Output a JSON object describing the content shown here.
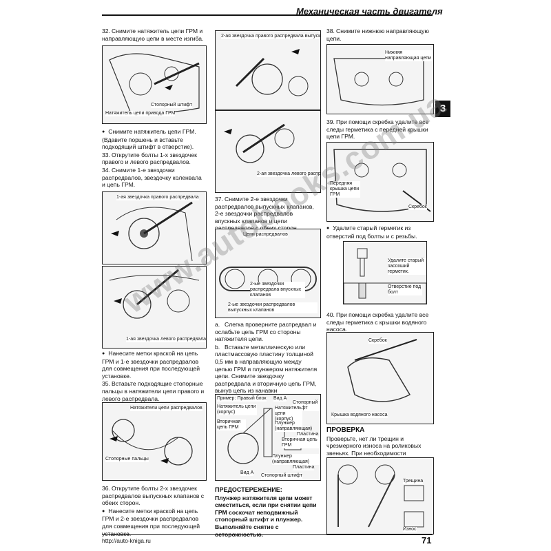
{
  "header": {
    "title": "Механическая часть двигателя"
  },
  "tab": {
    "label": "3"
  },
  "col1": {
    "s32_num": "32.",
    "s32": "Снимите натяжитель цепи ГРМ и направляющую цепи в месте изгиба.",
    "fig1_label_a": "Стопорный штифт",
    "fig1_label_b": "Натяжитель цепи привода ГРМ",
    "b1": "Снимите натяжитель цепи ГРМ. (Вдавите поршень и вставьте подходящий штифт в отверстие).",
    "s33_num": "33.",
    "s33": "Открутите болты 1-х звездочек правого и левого распредвалов.",
    "s34_num": "34.",
    "s34": "Снимите 1-е звездочки распредвалов, звездочку коленвала и цепь ГРМ.",
    "fig2_label": "1-ая звездочка правого распредвала",
    "fig3_label": "1-ая звездочка левого распредвала",
    "b2": "Нанесите метки краской на цепь ГРМ и 1-е звездочки распредвалов для совмещения при последующей установке.",
    "s35_num": "35.",
    "s35": "Вставьте подходящие стопорные пальцы в натяжители цепи правого и левого распредвала.",
    "fig4_label_a": "Натяжители цепи распредвалов",
    "fig4_label_b": "Стопорные пальцы",
    "s36_num": "36.",
    "s36": "Открутите болты 2-х звездочек распредвалов выпускных клапанов с обеих сторон.",
    "b3": "Нанесите метки краской на цепь ГРМ и 2-е звездочки распредвалов для совмещения при последующей установке."
  },
  "col2": {
    "fig5_label": "2-ая звездочка правого распредвала выпускных клапанов",
    "fig6_label": "2-ая звездочка левого распредвала выпускных клапанов",
    "s37_num": "37.",
    "s37": "Снимите 2-е звездочки распредвалов выпускных клапанов, 2-е звездочки распредвалов впускных клапанов и цепи распредвалов с обеих сторон.",
    "fig7_label_a": "Цепи распредвалов",
    "fig7_label_b": "2-ые звездочки распредвала впускных клапанов",
    "fig7_label_c": "2-ые звездочки распредвалов выпускных клапанов",
    "a_num": "a.",
    "a": "Слегка проверните распредвал и ослабьте цепь ГРМ со стороны натяжителя цепи.",
    "b_num": "b.",
    "b": "Вставьте металлическую или пластмассовую пластину толщиной 0,5 мм в направляющую между цепью ГРМ и плунжером натяжителя цепи. Снимите звездочку распредвала и вторичную цепь ГРМ, вынув цепь из канавки направляющей",
    "fig8_labels": [
      "Пример: Правый блок",
      "Вид А",
      "Стопорный штифт",
      "Натяжитель цепи (корпус)",
      "Натяжитель цепи (корпус)",
      "Плунжер (направляющая)",
      "Вторичная цепь ГРМ",
      "Пластина",
      "Вторичная цепь ГРМ",
      "Плунжер (направляющая)",
      "Пластина",
      "Вид А",
      "Стопорный штифт"
    ],
    "warn_title": "ПРЕДОСТЕРЕЖЕНИЕ:",
    "warn_text": "Плунжер натяжителя цепи может сместиться, если при снятии цепи ГРМ соскочат неподвижный стопорный штифт и плунжер. Выполняйте снятие с осторожностью."
  },
  "col3": {
    "s38_num": "38.",
    "s38": "Снимите нижнюю направляющую цепи.",
    "fig9_label": "Нижняя направляющая цепи",
    "s39_num": "39.",
    "s39": "При помощи скребка удалите все следы герметика с передней крышки цепи ГРМ.",
    "fig10_label_a": "Передняя крышка цепи ГРМ",
    "fig10_label_b": "Скребок",
    "b4": "Удалите старый герметик из отверстий под болты и с резьбы.",
    "fig11_label_a": "Удалите старый засохший герметик.",
    "fig11_label_b": "Отверстие под болт",
    "s40_num": "40.",
    "s40": "При помощи скребка удалите все следы герметика с крышки водяного насоса.",
    "fig12_label_a": "Скребок",
    "fig12_label_b": "Крышка водяного насоса",
    "check_title": "ПРОВЕРКА",
    "check_text": "Проверьте, нет ли трещин и чрезмерного износа на роликовых звеньях. При необходимости замените цепь.",
    "fig13_label_a": "Трещина",
    "fig13_label_b": "Износ"
  },
  "footer": {
    "url": "http://auto-kniga.ru",
    "page": "71"
  },
  "watermark": "www.autobooks.com.ua"
}
